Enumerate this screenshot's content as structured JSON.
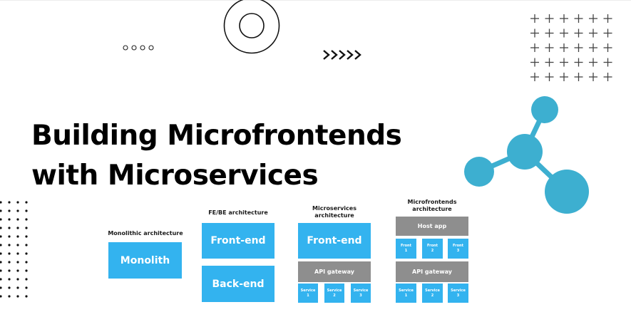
{
  "title": {
    "line1": "Building Microfrontends",
    "line2": "with Microservices"
  },
  "decorations": {
    "small_circles": "oooo",
    "chevrons": "›››››",
    "plus_grid": {
      "rows": 5,
      "cols": 6,
      "symbol": "+"
    },
    "dot_grid": {
      "rows": 12,
      "cols": 4
    },
    "concentric_circles_icon": "target-circles",
    "molecule_icon": "molecule"
  },
  "colors": {
    "block_blue": "#33b3ef",
    "block_gray": "#8e8e8e",
    "molecule": "#3dafd0",
    "text": "#000000"
  },
  "diagram": {
    "monolithic": {
      "label": "Monolithic architecture",
      "blocks": [
        {
          "text": "Monolith",
          "color": "blue"
        }
      ]
    },
    "febe": {
      "label": "FE/BE architecture",
      "blocks": [
        {
          "text": "Front-end",
          "color": "blue"
        },
        {
          "text": "Back-end",
          "color": "blue"
        }
      ]
    },
    "microservices": {
      "label_line1": "Microservices",
      "label_line2": "architecture",
      "frontend": "Front-end",
      "gateway": "API gateway",
      "services": [
        {
          "name": "Service",
          "num": "1"
        },
        {
          "name": "Service",
          "num": "2"
        },
        {
          "name": "Service",
          "num": "3"
        }
      ]
    },
    "microfrontends": {
      "label_line1": "Microfrontends",
      "label_line2": "architecture",
      "host": "Host app",
      "fronts": [
        {
          "name": "Front",
          "num": "1"
        },
        {
          "name": "Front",
          "num": "2"
        },
        {
          "name": "Front",
          "num": "3"
        }
      ],
      "gateway": "API gateway",
      "services": [
        {
          "name": "Service",
          "num": "1"
        },
        {
          "name": "Service",
          "num": "2"
        },
        {
          "name": "Service",
          "num": "3"
        }
      ]
    }
  }
}
